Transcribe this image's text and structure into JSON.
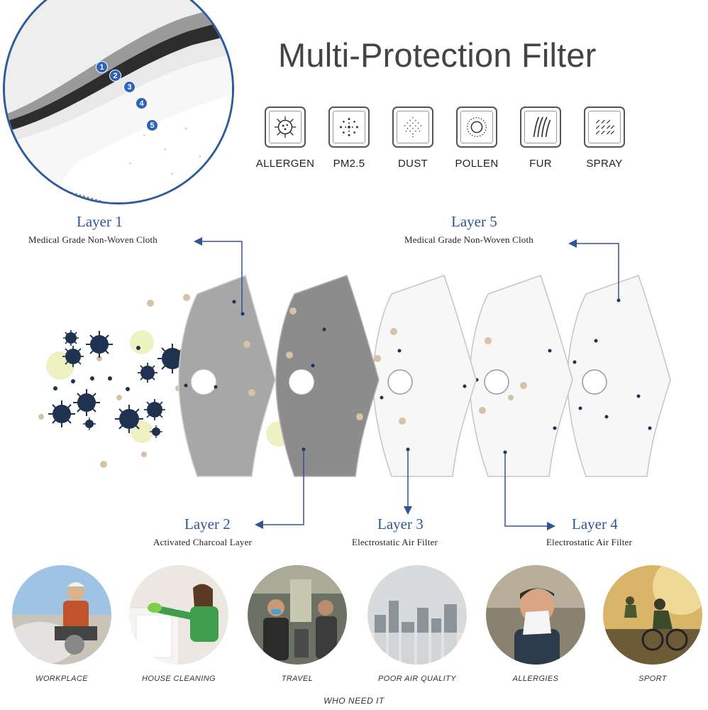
{
  "title": "Multi-Protection Filter",
  "zoom_numbers": [
    "1",
    "2",
    "3",
    "4",
    "5"
  ],
  "filter_icons": [
    {
      "label": "ALLERGEN",
      "icon": "allergen-icon"
    },
    {
      "label": "PM2.5",
      "icon": "pm25-icon"
    },
    {
      "label": "DUST",
      "icon": "dust-icon"
    },
    {
      "label": "POLLEN",
      "icon": "pollen-icon"
    },
    {
      "label": "FUR",
      "icon": "fur-icon"
    },
    {
      "label": "SPRAY",
      "icon": "spray-icon"
    }
  ],
  "layers": [
    {
      "title": "Layer 1",
      "desc": "Medical Grade Non-Woven Cloth"
    },
    {
      "title": "Layer 2",
      "desc": "Activated Charcoal Layer"
    },
    {
      "title": "Layer 3",
      "desc": "Electrostatic Air Filter"
    },
    {
      "title": "Layer 4",
      "desc": "Electrostatic Air Filter"
    },
    {
      "title": "Layer 5",
      "desc": "Medical Grade Non-Woven Cloth"
    }
  ],
  "usage": [
    {
      "label": "WORKPLACE"
    },
    {
      "label": "HOUSE CLEANING"
    },
    {
      "label": "TRAVEL"
    },
    {
      "label": "POOR AIR QUALITY"
    },
    {
      "label": "ALLERGIES"
    },
    {
      "label": "SPORT"
    }
  ],
  "footer": "WHO NEED IT",
  "colors": {
    "accent": "#2e5594",
    "charcoal": "#8c8c8c",
    "layer_white": "#f7f7f7",
    "virus": "#1f3350"
  }
}
